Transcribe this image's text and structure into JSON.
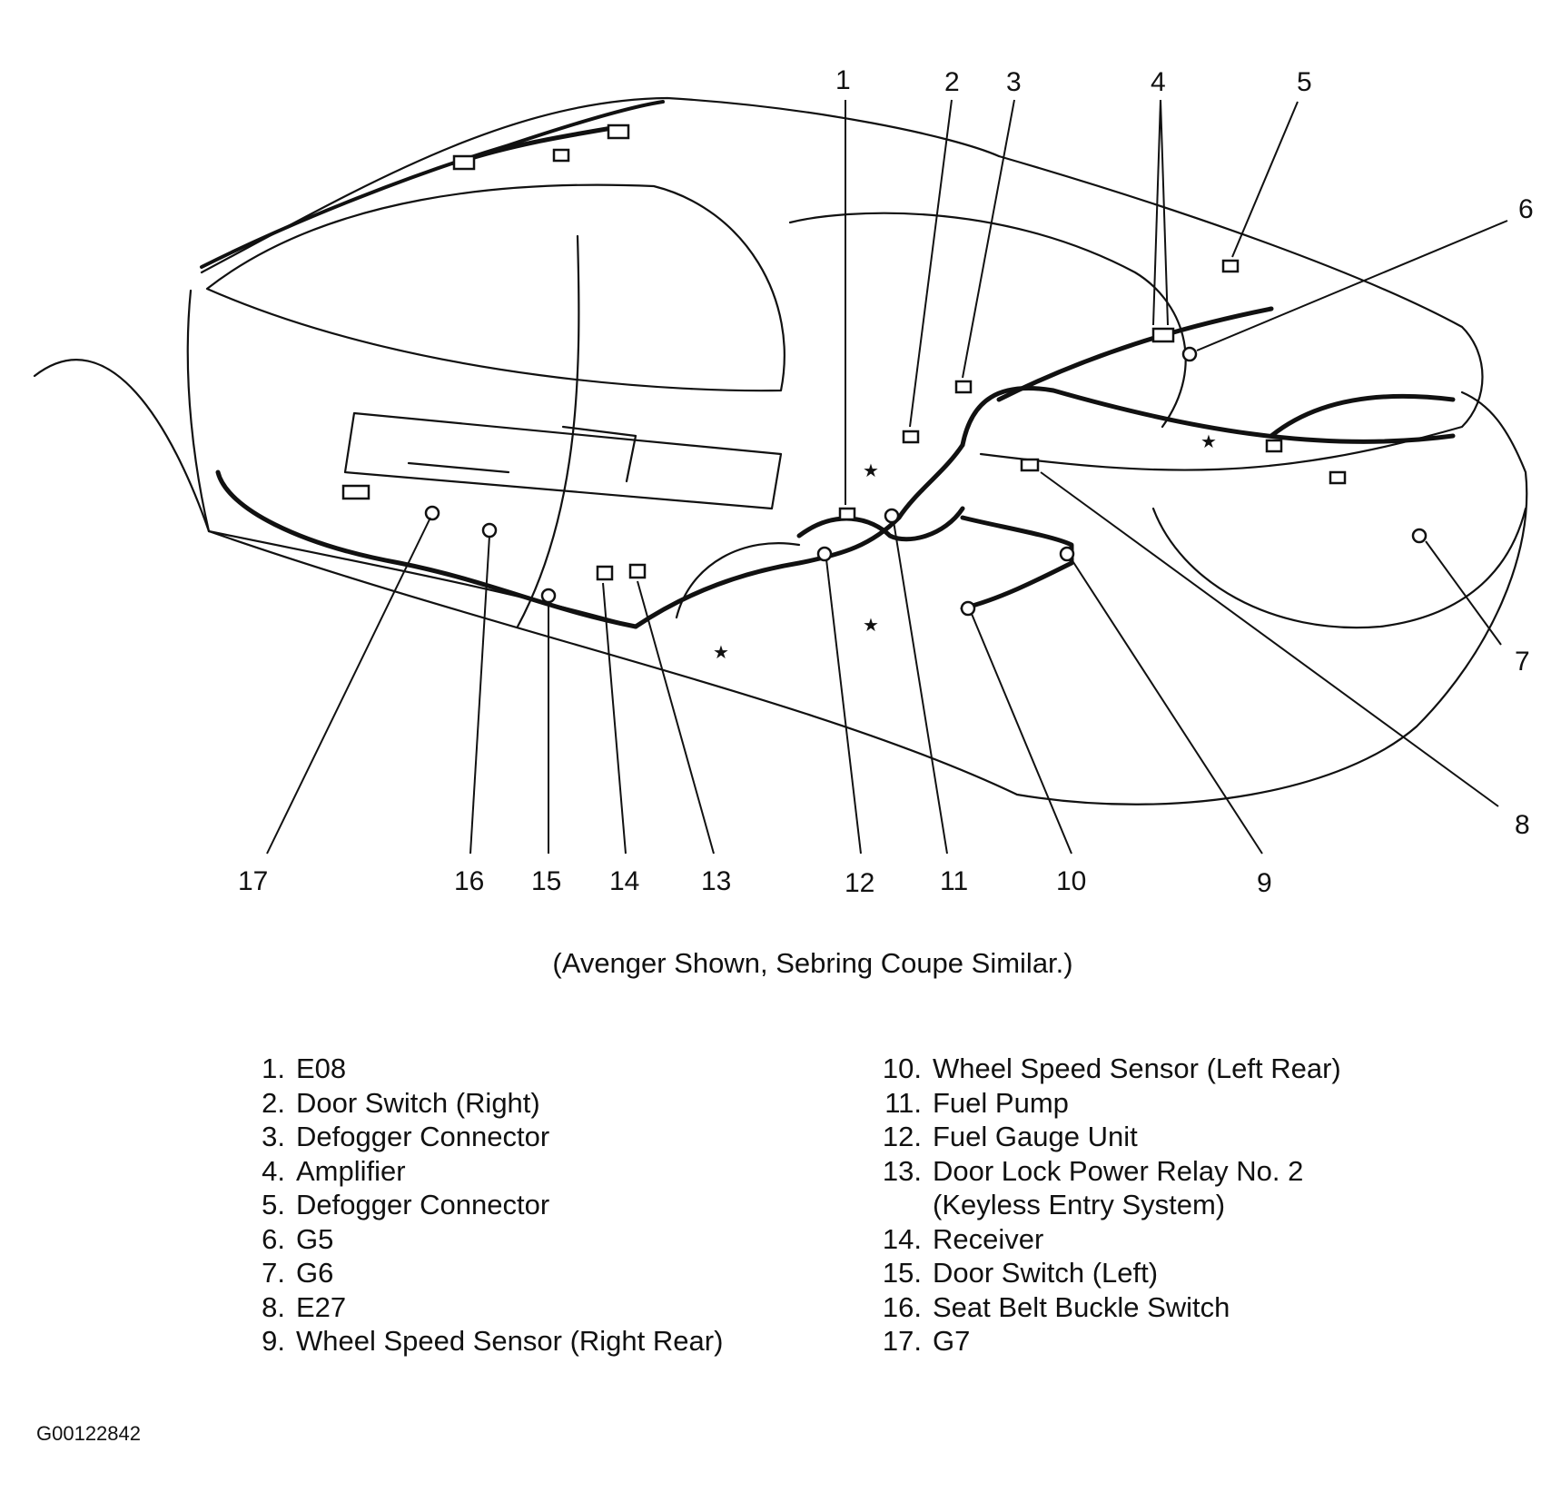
{
  "callouts": [
    "1",
    "2",
    "3",
    "4",
    "5",
    "6",
    "7",
    "8",
    "9",
    "10",
    "11",
    "12",
    "13",
    "14",
    "15",
    "16",
    "17"
  ],
  "caption": "(Avenger Shown, Sebring Coupe Similar.)",
  "legend_left": [
    {
      "num": "1.",
      "text": "E08"
    },
    {
      "num": "2.",
      "text": "Door Switch (Right)"
    },
    {
      "num": "3.",
      "text": "Defogger Connector"
    },
    {
      "num": "4.",
      "text": "Amplifier"
    },
    {
      "num": "5.",
      "text": "Defogger Connector"
    },
    {
      "num": "6.",
      "text": "G5"
    },
    {
      "num": "7.",
      "text": "G6"
    },
    {
      "num": "8.",
      "text": "E27"
    },
    {
      "num": "9.",
      "text": "Wheel Speed Sensor (Right Rear)"
    }
  ],
  "legend_right": [
    {
      "num": "10.",
      "text": "Wheel Speed Sensor (Left Rear)"
    },
    {
      "num": "11.",
      "text": "Fuel Pump"
    },
    {
      "num": "12.",
      "text": "Fuel Gauge Unit"
    },
    {
      "num": "13.",
      "text": "Door Lock Power Relay No. 2\n(Keyless Entry System)"
    },
    {
      "num": "14.",
      "text": "Receiver"
    },
    {
      "num": "15.",
      "text": "Door Switch (Left)"
    },
    {
      "num": "16.",
      "text": "Seat Belt Buckle Switch"
    },
    {
      "num": "17.",
      "text": "G7"
    }
  ],
  "figure_code": "G00122842",
  "colors": {
    "ink": "#111111",
    "background": "#ffffff"
  }
}
